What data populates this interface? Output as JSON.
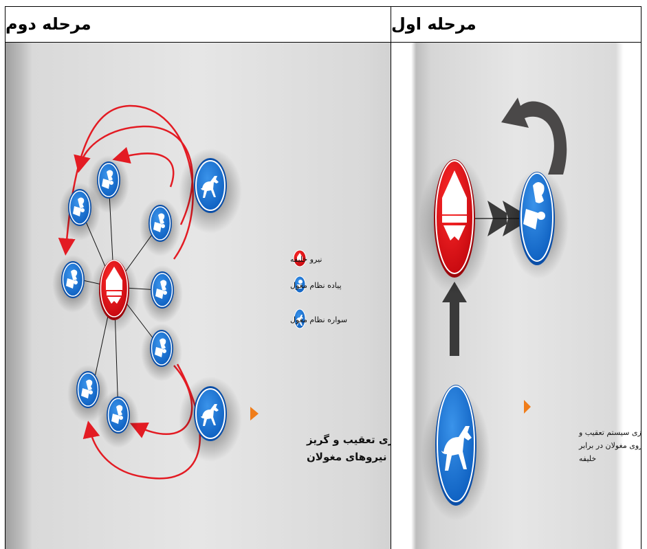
{
  "headers": {
    "stage_one": "مرحله اول",
    "stage_two": "مرحله دوم"
  },
  "stage_two": {
    "legend": {
      "caliph_force": "نیرو خلیفه",
      "mongol_infantry": "پیاده نظام مغول",
      "mongol_cavalry": "سواره نظام مغول"
    },
    "caption_line1": "شبیه‌سازی تعقیب و گریز",
    "caption_line2": "نیروهای مغولان"
  },
  "stage_one": {
    "caption_line1": "شبیه سازی سیستم تعقیب و",
    "caption_line2": "گریز نیروی مغولان در برابر",
    "caption_line3": "خلیفه"
  },
  "colors": {
    "caliph": "#e3101a",
    "mongol": "#1674d4",
    "arrow_red": "#e31b23",
    "arrow_gray": "#3a3a3a",
    "marker": "#f07d1a",
    "panel_bg": "#dcdcdc"
  },
  "icons": {
    "caliph": "helmet-icon",
    "infantry": "soldier-icon",
    "cavalry": "horse-icon"
  }
}
